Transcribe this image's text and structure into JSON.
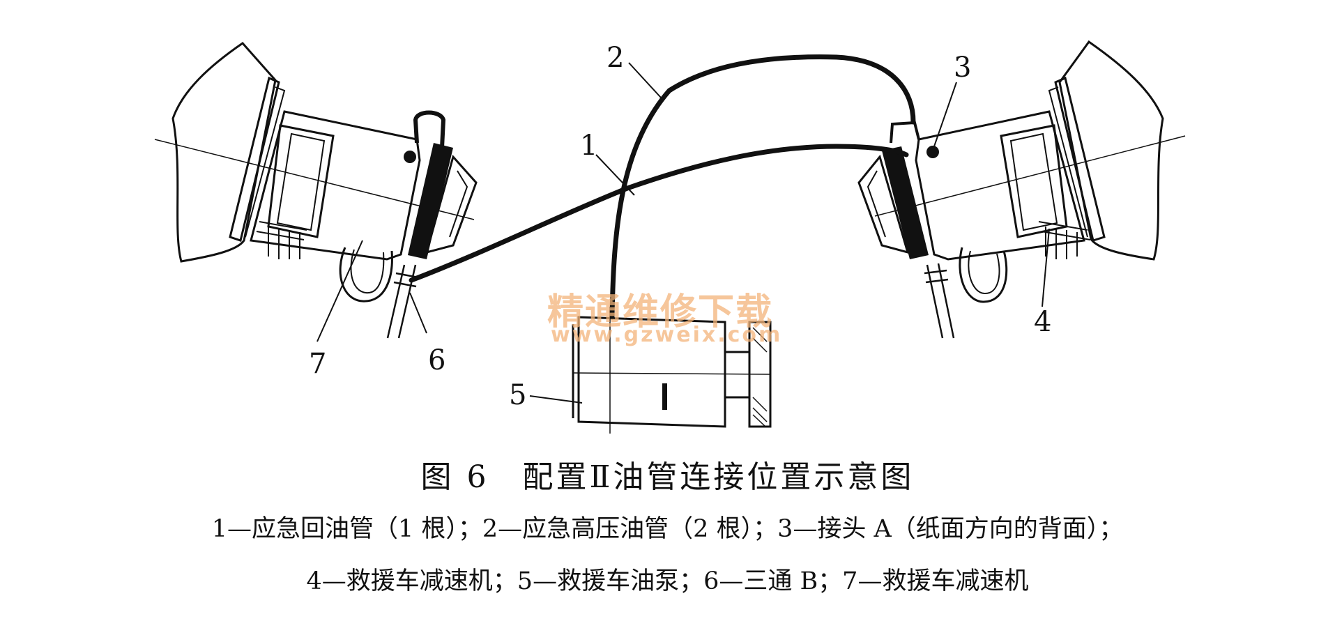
{
  "diagram": {
    "labels": {
      "l1": "1",
      "l2": "2",
      "l3": "3",
      "l4": "4",
      "l5": "5",
      "l6": "6",
      "l7": "7"
    }
  },
  "watermark": {
    "cn": "精通维修下载",
    "url": "www.gzweix.com"
  },
  "caption": {
    "title": "图 6　配置Ⅱ油管连接位置示意图",
    "line1": "1—应急回油管（1 根）；2—应急高压油管（2 根）；3—接头 A（纸面方向的背面）；",
    "line2": "4—救援车减速机；5—救援车油泵；6—三通 B；7—救援车减速机"
  }
}
